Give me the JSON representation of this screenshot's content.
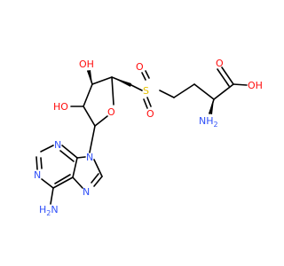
{
  "structure": {
    "colors": {
      "background": "#ffffff",
      "bond": "#000000",
      "carbon_bond": "#000000",
      "oxygen": "#ff0d0d",
      "nitrogen": "#3050f8",
      "sulfur": "#e6c200"
    },
    "labels": {
      "oh_carboxyl": "OH",
      "o_carbonyl": "O",
      "nh2_alpha": "NH",
      "nh2_alpha_sub": "2",
      "h2": "H",
      "s": "S",
      "o_sulfonyl_top": "O",
      "o_sulfonyl_bottom": "O",
      "oh_c3": "OH",
      "ho_c2": "HO",
      "o_ring": "O",
      "n9": "N",
      "n3": "N",
      "n1": "N",
      "n7": "N",
      "nh2_adenine": "H",
      "nh2_adenine_sub": "2",
      "nh2_adenine_n": "N"
    }
  }
}
